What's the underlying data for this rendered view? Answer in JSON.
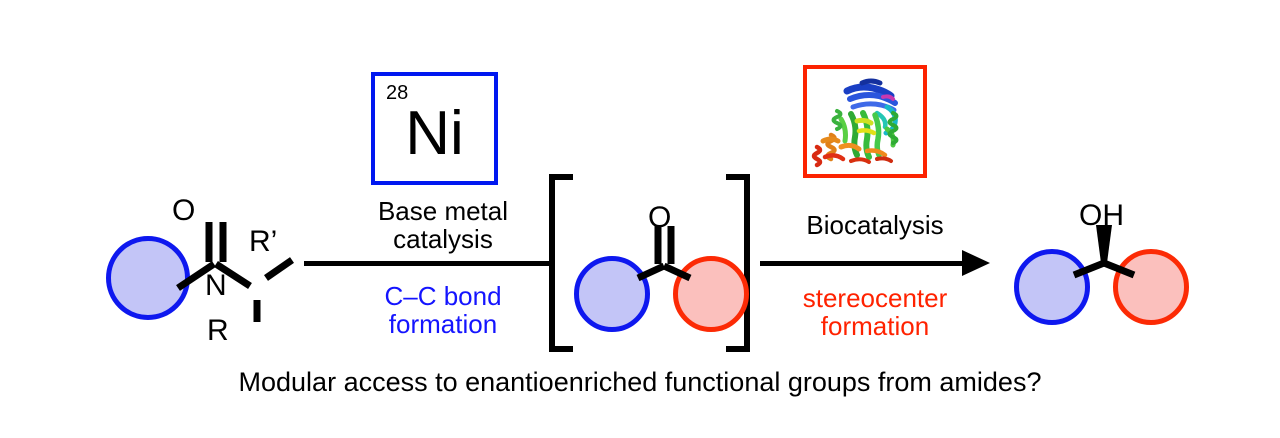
{
  "figure": {
    "type": "reaction-scheme",
    "caption": "Modular access to enantioenriched functional groups from amides?"
  },
  "catalysts": {
    "nickel": {
      "atomic_number": "28",
      "symbol": "Ni",
      "border_color": "#0018f0"
    },
    "enzyme": {
      "alt": "enzyme-ribbon-structure",
      "border_color": "#fc2200"
    }
  },
  "steps": [
    {
      "id": "step-1",
      "above_label": "Base metal\ncatalysis",
      "above_line1": "Base metal",
      "above_line2": "catalysis",
      "below_line1": "C–C bond",
      "below_line2": "formation",
      "below_color": "#1414ff",
      "arrowhead": false
    },
    {
      "id": "step-2",
      "above_line1": "Biocatalysis",
      "above_line2": "",
      "below_line1": "stereocenter",
      "below_line2": "formation",
      "below_color": "#ff2200",
      "arrowhead": true
    }
  ],
  "structures": {
    "starting_material": {
      "name": "amide",
      "atoms": {
        "carbonyl_oxygen": "O",
        "nitrogen": "N",
        "substituent_1": "R’",
        "substituent_2": "R"
      },
      "groups": [
        {
          "label": "blue-sphere",
          "color": "#c3c5f7",
          "ring": "#0e18ef"
        }
      ]
    },
    "intermediate": {
      "name": "ketone",
      "bracketed": true,
      "atoms": {
        "carbonyl_oxygen": "O"
      },
      "groups": [
        {
          "label": "blue-sphere",
          "color": "#c3c5f7",
          "ring": "#0e18ef"
        },
        {
          "label": "red-sphere",
          "color": "#fbc0bd",
          "ring": "#fc2a05"
        }
      ]
    },
    "product": {
      "name": "enantioenriched alcohol",
      "atoms": {
        "hydroxyl": "OH"
      },
      "stereochemistry": "wedge",
      "groups": [
        {
          "label": "blue-sphere",
          "color": "#c3c5f7",
          "ring": "#0e18ef"
        },
        {
          "label": "red-sphere",
          "color": "#fbc0bd",
          "ring": "#fc2a05"
        }
      ]
    }
  }
}
